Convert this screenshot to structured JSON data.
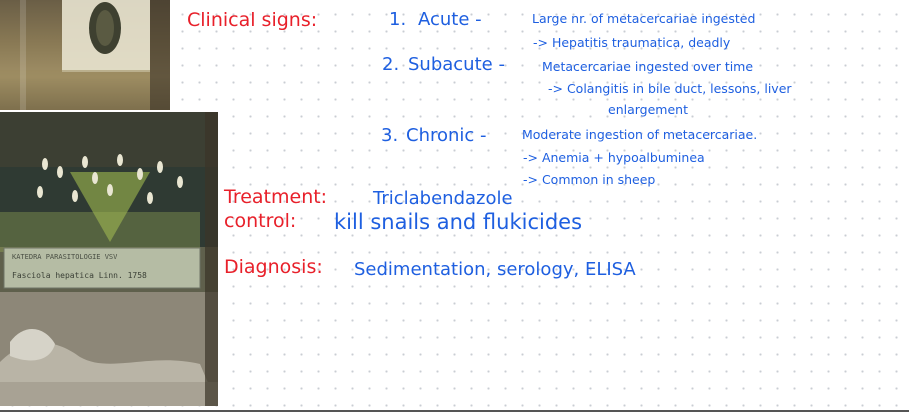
{
  "notes": {
    "clinical_signs": {
      "heading": "Clinical signs:",
      "acute": {
        "number": "1.",
        "title": "Acute -",
        "detail": "Large nr. of metacercariae ingested",
        "result": "-> Hepatitis traumatica, deadly"
      },
      "subacute": {
        "number": "2.",
        "title": "Subacute -",
        "detail": "Metacercariae ingested over time",
        "result_line1": "-> Colangitis in bile duct, lessons, liver",
        "result_line2": "enlargement"
      },
      "chronic": {
        "number": "3.",
        "title": "Chronic -",
        "detail": "Moderate ingestion of metacercariae.",
        "result1": "-> Anemia + hypoalbuminea",
        "result2": "-> Common in sheep"
      }
    },
    "treatment": {
      "label": "Treatment:",
      "value": "Triclabendazole"
    },
    "control": {
      "label": "control:",
      "value": "kill snails and flukicides"
    },
    "diagnosis": {
      "label": "Diagnosis:",
      "value": "Sedimentation, serology, ELISA"
    }
  },
  "specimen_label": {
    "line1": "KATEDRA PARASITOLOGIE VSV",
    "line2": "Fasciola hepatica Linn. 1758"
  },
  "colors": {
    "red_ink": "#e8202a",
    "blue_ink": "#1e5fe0"
  }
}
